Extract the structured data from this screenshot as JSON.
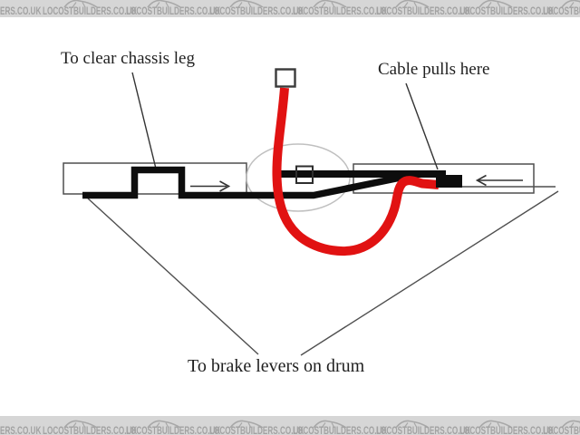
{
  "watermark": {
    "text": "LOCOSTBUILDERS.CO.UK",
    "partial_left": "ERS.CO.UK",
    "repeat": 7,
    "car_count": 7
  },
  "diagram": {
    "labels": {
      "chassis": "To clear chassis leg",
      "cable_pull": "Cable pulls here",
      "drum": "To brake levers on drum"
    },
    "parts": [
      "chassis-rail-left",
      "chassis-rail-right",
      "handbrake-rod",
      "upper-link-bar",
      "cable-anchor-block",
      "new-cable-route-red",
      "pivot-detail-ellipse",
      "cable-end-fitting-square",
      "trunnion-square",
      "direction-arrow-right",
      "direction-arrow-left"
    ]
  },
  "colors": {
    "cable_red": "#e11212",
    "linkage_black": "#0d0d0d",
    "outline_gray": "#4f4f4f",
    "ellipse_gray": "#c0c0c0",
    "label_text": "#1f1f1f",
    "watermark_bg": "#d6d6d6",
    "watermark_text": "#a2a2a2",
    "watermark_car": "#a8a8a8"
  }
}
